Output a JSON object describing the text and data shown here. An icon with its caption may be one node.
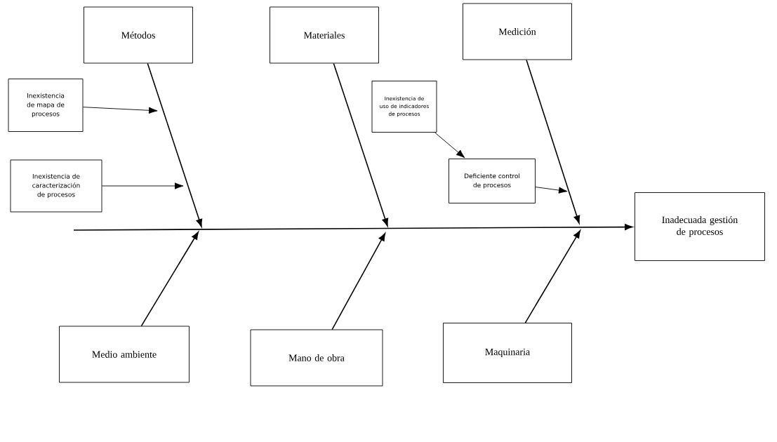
{
  "diagram": {
    "nodes": [
      {
        "text": [
          "Métodos"
        ]
      },
      {
        "text": [
          "Materiales"
        ]
      },
      {
        "text": [
          "Medición"
        ]
      },
      {
        "text": [
          "Inexistencia de mapa de procesos"
        ]
      },
      {
        "text": [
          "Inexistencia de caracterización de procesos"
        ]
      },
      {
        "text": [
          "Inexistencia de uso de indicadores de procesos"
        ]
      },
      {
        "text": [
          "Deficiente control de procesos"
        ]
      },
      {
        "text": [
          "Inadecuada gestión de procesos"
        ]
      },
      {
        "text": [
          "Medio ambiente"
        ]
      },
      {
        "text": [
          "Mano de obra"
        ]
      },
      {
        "text": [
          "Maquinaria"
        ]
      }
    ],
    "edges": [
      {
        "from": null,
        "to": 7,
        "arrow": "to"
      },
      {
        "from": 0,
        "to": null,
        "arrow": "to"
      },
      {
        "from": 1,
        "to": null,
        "arrow": "to"
      },
      {
        "from": 2,
        "to": null,
        "arrow": "to"
      },
      {
        "from": 8,
        "to": null,
        "arrow": "to"
      },
      {
        "from": 9,
        "to": null,
        "arrow": "to"
      },
      {
        "from": 10,
        "to": null,
        "arrow": "to"
      },
      {
        "from": 3,
        "to": null,
        "arrow": "to"
      },
      {
        "from": 4,
        "to": null,
        "arrow": "to"
      },
      {
        "from": 5,
        "to": 6,
        "arrow": "to"
      },
      {
        "from": 6,
        "to": null,
        "arrow": "to"
      }
    ]
  }
}
